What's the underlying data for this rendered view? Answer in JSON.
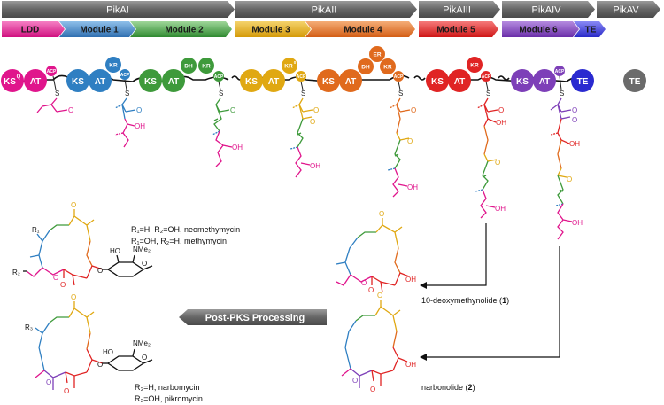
{
  "genes": [
    {
      "label": "PikAI"
    },
    {
      "label": "PikAII"
    },
    {
      "label": "PikAIII"
    },
    {
      "label": "PikAIV"
    },
    {
      "label": "PikAV"
    }
  ],
  "modules": [
    {
      "label": "LDD",
      "color": "#e0158c"
    },
    {
      "label": "Module 1",
      "color": "#2f7fc2"
    },
    {
      "label": "Module 2",
      "color": "#3e9a3b"
    },
    {
      "label": "Module 3",
      "color": "#e0a812"
    },
    {
      "label": "Module 4",
      "color": "#e06a1d"
    },
    {
      "label": "Module 5",
      "color": "#e02424"
    },
    {
      "label": "Module 6",
      "color": "#7d3fb8"
    },
    {
      "label": "TE",
      "color": "#3b3bd6"
    }
  ],
  "domains": {
    "ks_q": "KS",
    "ks_q_sup": "Q",
    "at": "AT",
    "ks": "KS",
    "kr": "KR",
    "kr_o": "KR",
    "kr_o_sup": "0",
    "dh": "DH",
    "er": "ER",
    "acp": "ACP",
    "te": "TE"
  },
  "atoms": {
    "s": "S",
    "oh": "OH",
    "ho": "HO",
    "o": "O"
  },
  "labels": {
    "neomethymycin": "R₁=H, R₂=OH, neomethymycin",
    "methymycin": "R₁=OH, R₂=H, methymycin",
    "narbomycin": "R₃=H, narbomycin",
    "pikromycin": "R₃=OH, pikromycin",
    "deoxymethynolide_text": "10-deoxymethynolide (",
    "deoxymethynolide_num": "1",
    "narbonolide_text": "narbonolide (",
    "narbonolide_num": "2",
    "close_paren": ")",
    "post_pks": "Post-PKS Processing",
    "r1": "R₁",
    "r2": "R₂",
    "r3": "R₃",
    "nme2": "NMe₂"
  }
}
